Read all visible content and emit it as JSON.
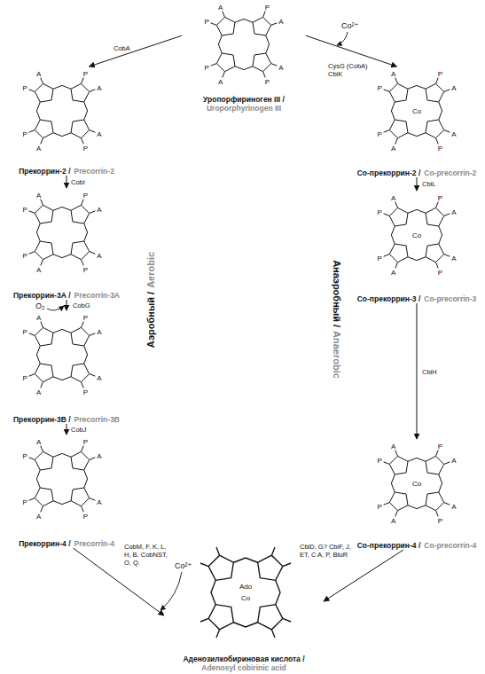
{
  "diagram": {
    "nodes": [
      {
        "text": [
          "Уропорфириноген III /",
          "Uroporphyrinogen III"
        ]
      },
      {
        "text": [
          "Прекоррин-2 /",
          "Precorrin-2"
        ]
      },
      {
        "text": [
          "Прекоррин-3А /",
          "Precorrin-3A"
        ]
      },
      {
        "text": [
          "Прекоррин-3В /",
          "Precorrin-3B"
        ]
      },
      {
        "text": [
          "Прекоррин-4 /",
          "Precorrin-4"
        ]
      },
      {
        "text": [
          "Co-прекоррин-2 /",
          "Co-precorrin-2"
        ]
      },
      {
        "text": [
          "Co-прекоррин-3 /",
          "Co-precorrin-3"
        ]
      },
      {
        "text": [
          "Co-прекоррин-4 /",
          "Co-precorrin-4"
        ]
      },
      {
        "text": [
          "Аденозилкобириновая кислота /",
          "Adenosyl cobirinic acid"
        ]
      }
    ],
    "edges": [
      {
        "from": 0,
        "to": 1,
        "arrow": "to",
        "label": "CobA"
      },
      {
        "from": 0,
        "to": 5,
        "arrow": "to",
        "label": "CysG (CobA) CbiK"
      },
      {
        "from": 1,
        "to": 2,
        "arrow": "to",
        "label": "CobI"
      },
      {
        "from": 2,
        "to": 3,
        "arrow": "to",
        "label": "CobG"
      },
      {
        "from": 3,
        "to": 4,
        "arrow": "to",
        "label": "CobJ"
      },
      {
        "from": 5,
        "to": 6,
        "arrow": "to",
        "label": "CbiL"
      },
      {
        "from": 6,
        "to": 7,
        "arrow": "to",
        "label": "CbiH"
      },
      {
        "from": 4,
        "to": 8,
        "arrow": "to",
        "label": "CobM, F, K, L, H, B. CobNST, O, Q."
      },
      {
        "from": 7,
        "to": 8,
        "arrow": "to",
        "label": "CbiD, G? CbiF, J, ET, C A, P, BtuR"
      }
    ],
    "labels": [
      "Аэробный /",
      "Aerobic",
      "Анаэробный /",
      "Anaerobic",
      "Co²⁺",
      "O₂",
      "Co²⁺",
      "A",
      "P",
      "P",
      "A",
      "P",
      "A",
      "A",
      "P",
      "A",
      "P",
      "P",
      "A",
      "P",
      "A",
      "A",
      "P",
      "A",
      "P",
      "P",
      "A",
      "P",
      "A",
      "A",
      "P",
      "A",
      "P",
      "P",
      "A",
      "P",
      "A",
      "A",
      "P",
      "A",
      "P",
      "P",
      "A",
      "P",
      "A",
      "A",
      "P",
      "A",
      "P",
      "P",
      "A",
      "P",
      "A",
      "A",
      "P",
      "A",
      "P",
      "P",
      "A",
      "P",
      "A",
      "A",
      "P",
      "A",
      "P",
      "P",
      "A",
      "P",
      "A",
      "A",
      "P",
      "Co",
      "Co",
      "Co",
      "Ado",
      "Co"
    ]
  }
}
